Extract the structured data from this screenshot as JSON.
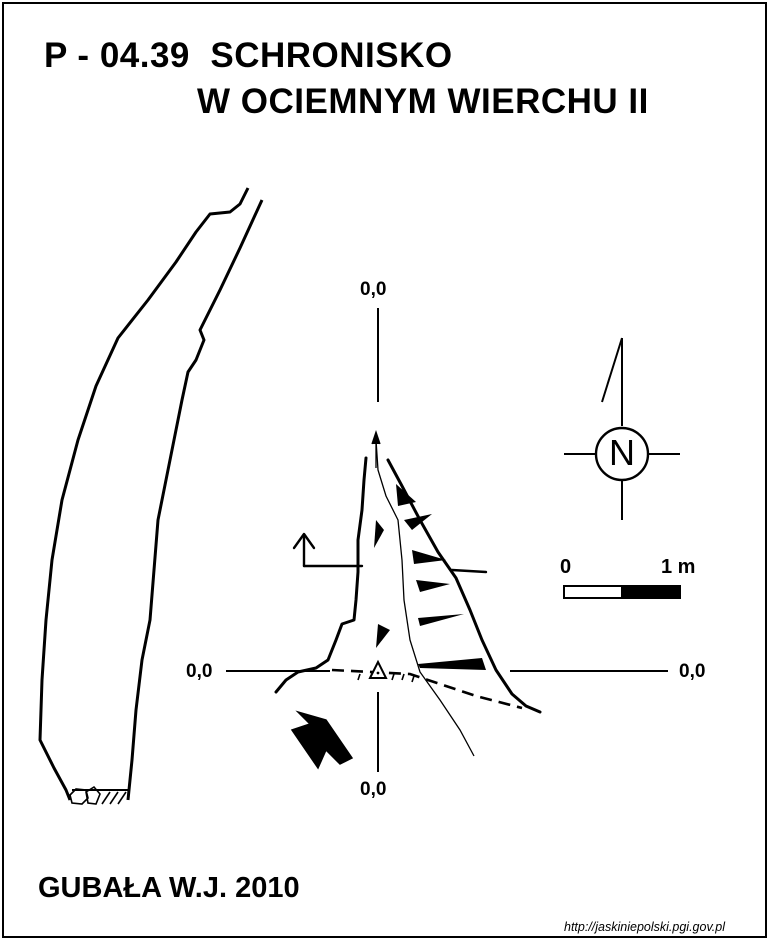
{
  "title": {
    "line1": "P - 04.39  SCHRONISKO",
    "line2": "W OCIEMNYM WIERCHU II"
  },
  "author": "GUBAŁA W.J. 2010",
  "source_url": "http://jaskiniepolski.pgi.gov.pl",
  "datum_labels": {
    "top": "0,0",
    "left": "0,0",
    "right": "0,0",
    "bottom": "0,0"
  },
  "north": {
    "letter": "N"
  },
  "scale": {
    "start": "0",
    "end": "1 m"
  },
  "colors": {
    "ink": "#000000",
    "paper": "#ffffff"
  }
}
